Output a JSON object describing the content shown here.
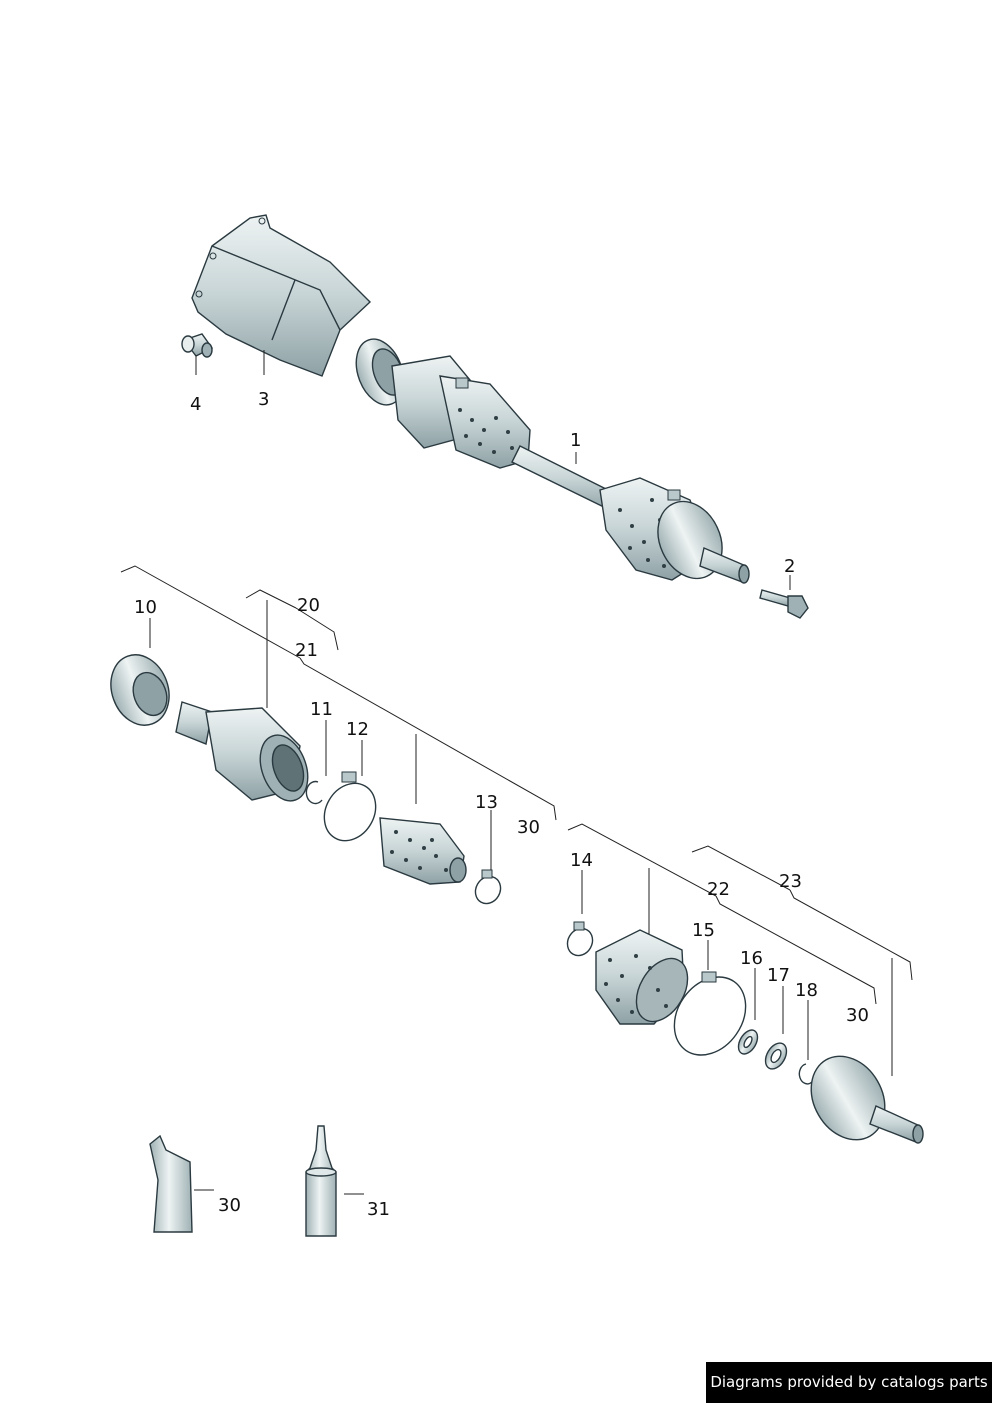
{
  "callouts": {
    "c1": "1",
    "c2": "2",
    "c3": "3",
    "c4": "4",
    "c10": "10",
    "c11": "11",
    "c12": "12",
    "c13": "13",
    "c14": "14",
    "c15": "15",
    "c16": "16",
    "c17": "17",
    "c18": "18",
    "c20": "20",
    "c21": "21",
    "c22": "22",
    "c23": "23",
    "c30a": "30",
    "c30b": "30",
    "c30c": "30",
    "c31": "31"
  },
  "credit": "Diagrams provided by catalogs parts",
  "colors": {
    "part_fill": "#c9d6d8",
    "part_dark": "#7d9094",
    "outline": "#2a3a40",
    "credit_bg": "#000000"
  }
}
